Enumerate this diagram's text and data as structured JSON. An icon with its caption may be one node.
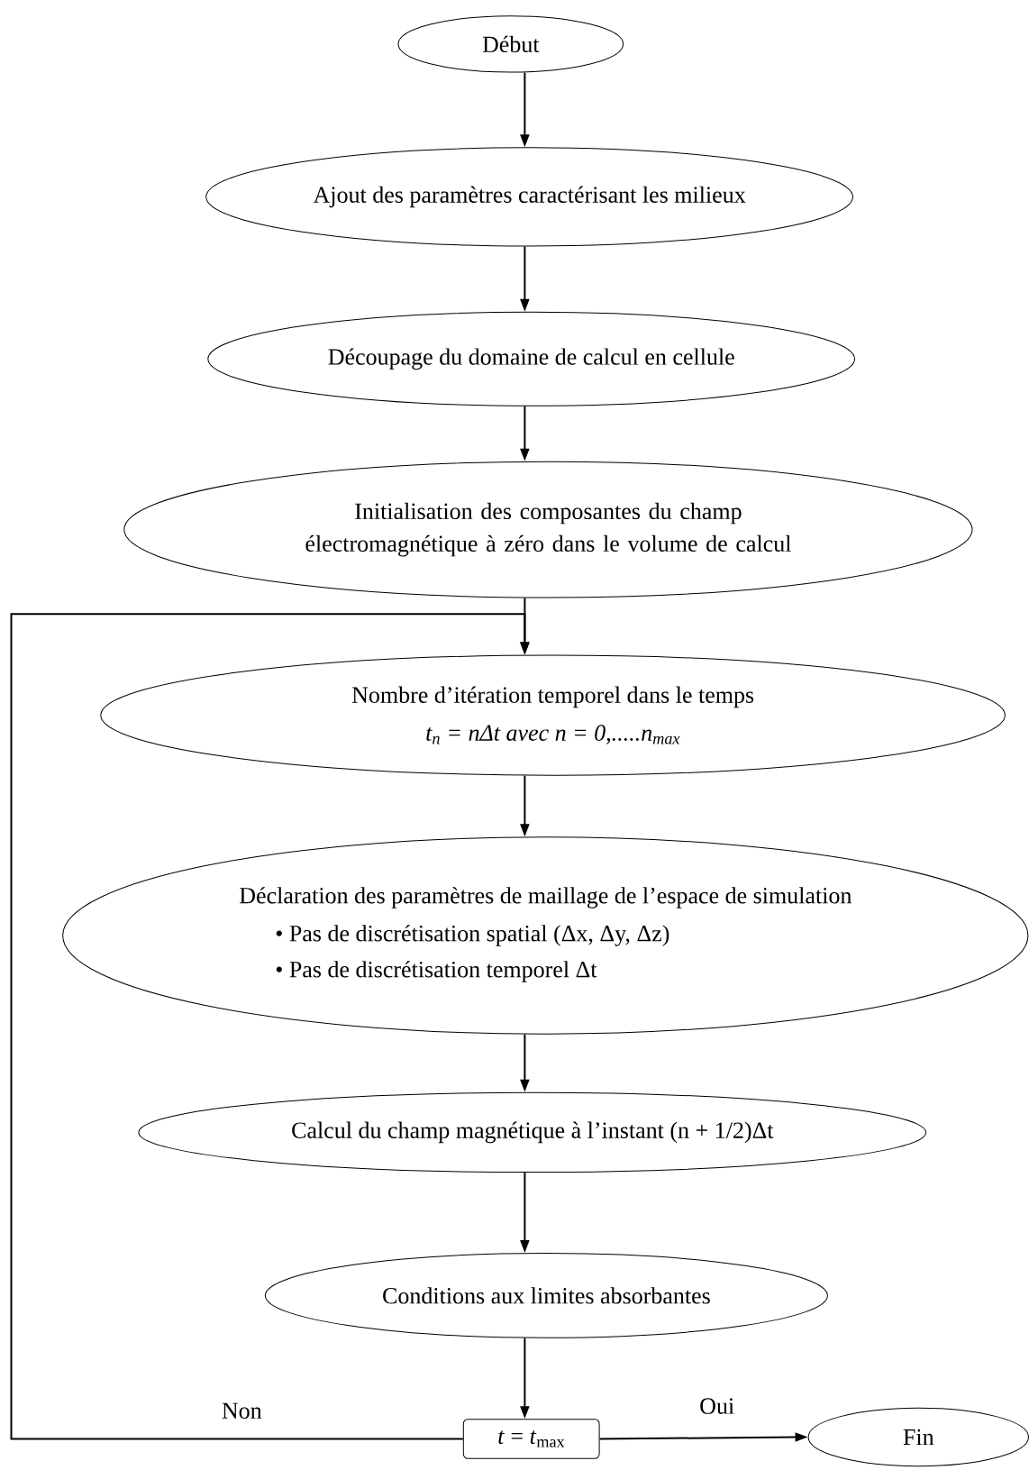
{
  "diagram": {
    "nodes": [
      {
        "text": [
          "Début"
        ]
      },
      {
        "text": [
          "Ajout des paramètres caractérisant les milieux"
        ]
      },
      {
        "text": [
          "Découpage du domaine de calcul en cellule"
        ]
      },
      {
        "text": [
          "Initialisation des composantes du champ électromagnétique à zéro dans le volume de calcul"
        ]
      },
      {
        "text": [
          "Nombre d’itération temporel dans le temps",
          "t$_{n}$ = nΔt avec n = 0,.....n$_{max}$"
        ]
      },
      {
        "text": [
          "Déclaration des paramètres de maillage de l’espace de simulation",
          "• Pas de discrétisation spatial (Δx, Δy, Δz)",
          "• Pas de discrétisation temporel Δt"
        ]
      },
      {
        "text": [
          "Calcul du champ magnétique à l’instant (n + 1/2)Δt"
        ]
      },
      {
        "text": [
          "Conditions aux limites absorbantes"
        ]
      },
      {
        "text": [
          "*t* = *t*$_{max}$"
        ]
      },
      {
        "text": [
          "Fin"
        ]
      }
    ],
    "edges": [
      {
        "from": 0,
        "to": 1,
        "arrow": "to"
      },
      {
        "from": 1,
        "to": 2,
        "arrow": "to"
      },
      {
        "from": 2,
        "to": 3,
        "arrow": "to"
      },
      {
        "from": 3,
        "to": 4,
        "arrow": "to"
      },
      {
        "from": 4,
        "to": 5,
        "arrow": "to"
      },
      {
        "from": 5,
        "to": 6,
        "arrow": "to"
      },
      {
        "from": 6,
        "to": 7,
        "arrow": "to"
      },
      {
        "from": 7,
        "to": 8,
        "arrow": "to"
      },
      {
        "from": 8,
        "to": 9,
        "arrow": "to",
        "label": "Oui"
      },
      {
        "from": 8,
        "to": 4,
        "arrow": "to",
        "label": "Non"
      }
    ]
  }
}
